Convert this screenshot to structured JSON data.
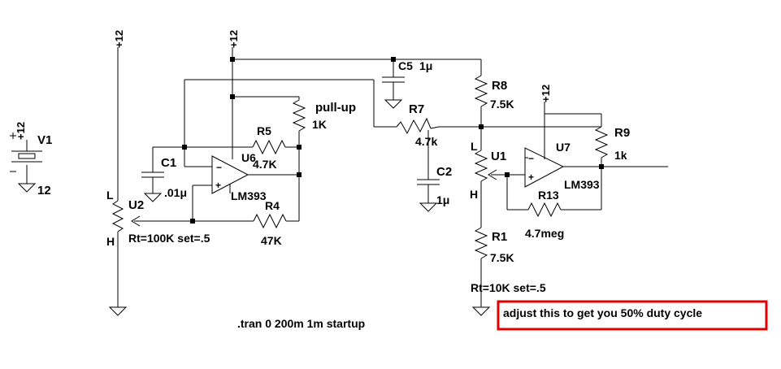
{
  "schematic": {
    "supply": {
      "plus12": "+12"
    },
    "v1": {
      "name": "V1",
      "value": "12"
    },
    "u2": {
      "name": "U2",
      "l": "L",
      "h": "H",
      "params": "Rt=100K set=.5"
    },
    "u1": {
      "name": "U1",
      "l": "L",
      "h": "H",
      "params": "Rt=10K set=.5"
    },
    "u6": {
      "name": "U6",
      "part": "LM393"
    },
    "u7": {
      "name": "U7",
      "part": "LM393"
    },
    "c1": {
      "name": "C1",
      "value": ".01μ"
    },
    "c2": {
      "name": "C2",
      "value": "1μ"
    },
    "c5": {
      "name": "C5",
      "value": "1μ"
    },
    "r5": {
      "name": "R5",
      "value": "4.7K"
    },
    "r4": {
      "name": "R4",
      "value": "47K"
    },
    "pullup": {
      "name": "pull-up",
      "value": "1K"
    },
    "r7": {
      "name": "R7",
      "value": "4.7k"
    },
    "r8": {
      "name": "R8",
      "value": "7.5K"
    },
    "r1": {
      "name": "R1",
      "value": "7.5K"
    },
    "r9": {
      "name": "R9",
      "value": "1k"
    },
    "r13": {
      "name": "R13",
      "value": "4.7meg"
    },
    "directive": ".tran 0 200m 1m startup",
    "note": "adjust this to get you 50% duty cycle"
  }
}
